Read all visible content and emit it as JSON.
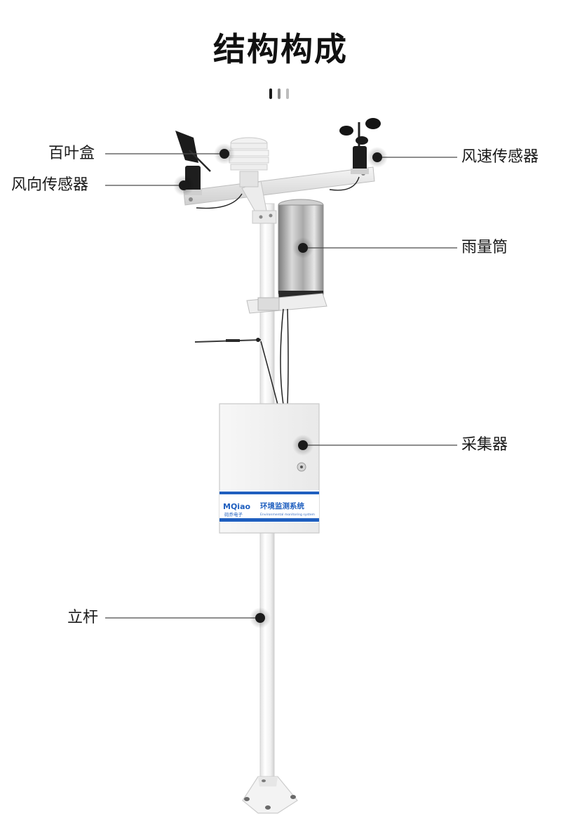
{
  "title": "结构构成",
  "dots_colors": [
    "#1a1a1a",
    "#8a8a8a",
    "#bdbdbd"
  ],
  "labels": {
    "louver_box": "百叶盒",
    "wind_direction_sensor": "风向传感器",
    "wind_speed_sensor": "风速传感器",
    "rain_gauge": "雨量筒",
    "collector": "采集器",
    "pole": "立杆"
  },
  "enclosure": {
    "brand": "MQiao",
    "brand_cn": "码乔电子",
    "system_name": "环境监测系统",
    "system_name_en": "Environmental monitoring system"
  },
  "colors": {
    "accent": "#1f5fbf",
    "marker": "#1a1a1a",
    "pole": "#f4f4f4"
  }
}
